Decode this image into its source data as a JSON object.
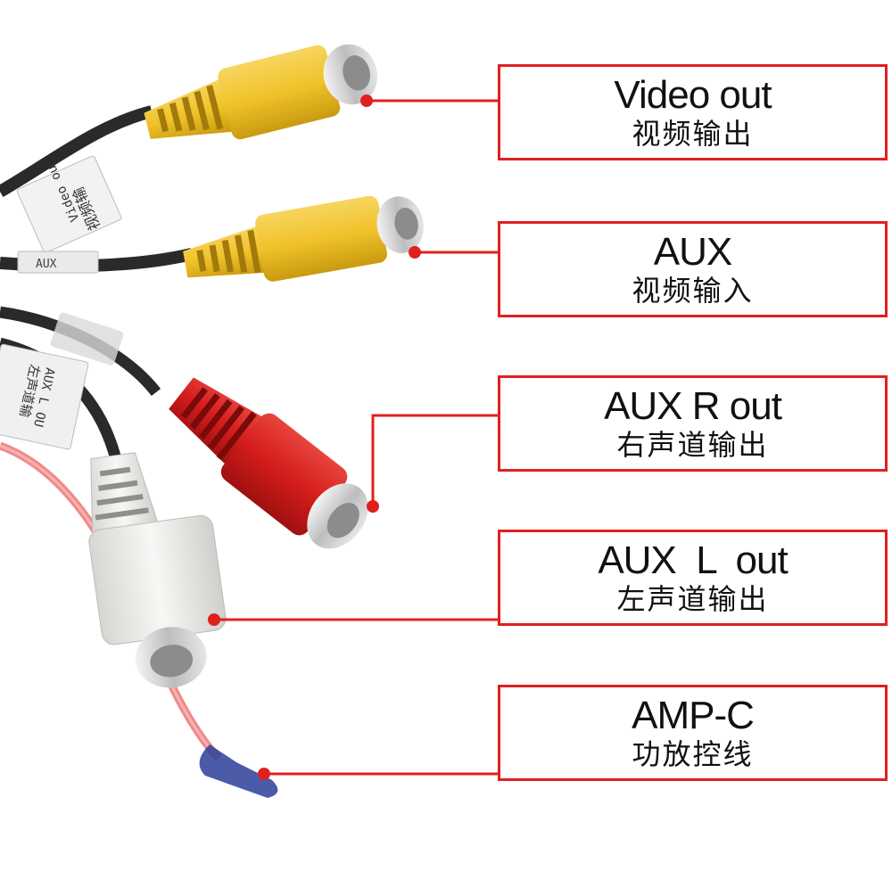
{
  "labels": [
    {
      "en": "Video out",
      "cn": "视频输出"
    },
    {
      "en": "AUX",
      "cn": "视频输入"
    },
    {
      "en": "AUX R out",
      "cn": "右声道输出"
    },
    {
      "en": "AUX  L  out",
      "cn": "左声道输出"
    },
    {
      "en": "AMP-C",
      "cn": "功放控线"
    }
  ],
  "cable_tags": {
    "video_tag_cn": "视频输",
    "video_tag_en": "Video ou",
    "aux_tag": "AUX",
    "aux_l_tag_en": "AUX L OU",
    "aux_l_tag_cn": "左声道输"
  },
  "colors": {
    "accent_red": "#e0201f",
    "connector_yellow": "#f2c631",
    "connector_red": "#d81e1e",
    "connector_white": "#ececea",
    "wire_pink": "#f08a8a",
    "cable_black": "#2a2a2a",
    "metal": "#c8c8c8"
  }
}
